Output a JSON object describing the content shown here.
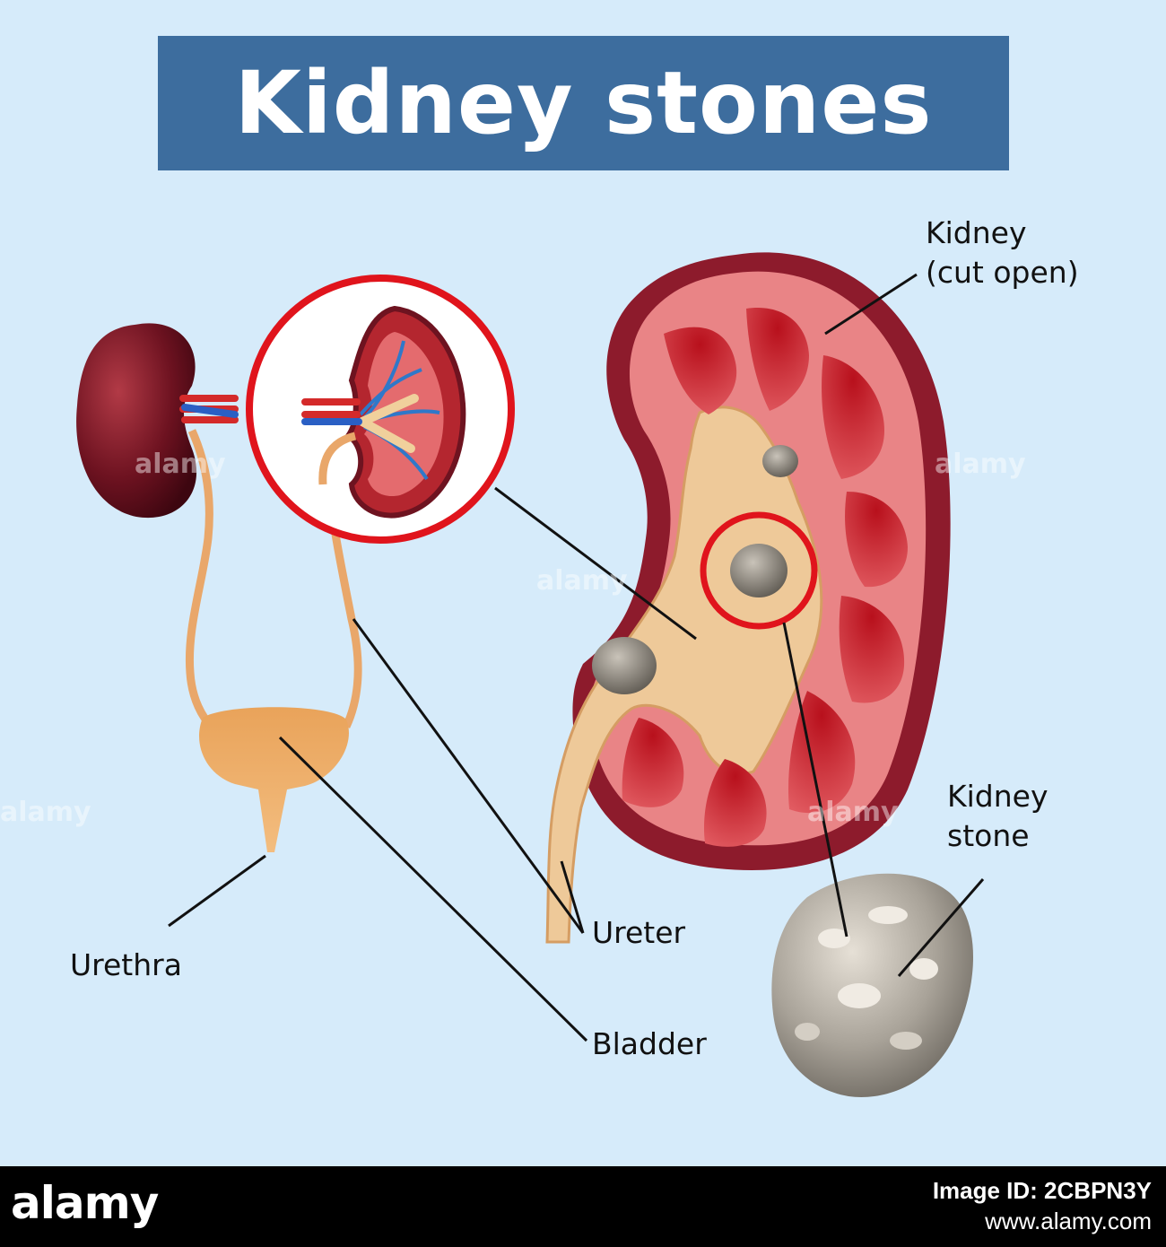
{
  "title": "Kidney stones",
  "labels": {
    "kidney_cut_open": [
      "Kidney",
      "(cut open)"
    ],
    "kidney_stone": [
      "Kidney",
      "stone"
    ],
    "ureter": "Ureter",
    "urethra": "Urethra",
    "bladder": "Bladder"
  },
  "watermark": "alamy",
  "footer": {
    "brand": "alamy",
    "image_id": "Image ID: 2CBPN3Y",
    "url": "www.alamy.com"
  },
  "colors": {
    "background": "#d6ebfa",
    "title_box": "#3d6d9e",
    "highlight_circle": "#e0141c",
    "kidney_dark": "#7a1322",
    "kidney_flesh": "#d9474f",
    "pelvis": "#e9c28e",
    "stone": "#8f8a82"
  }
}
